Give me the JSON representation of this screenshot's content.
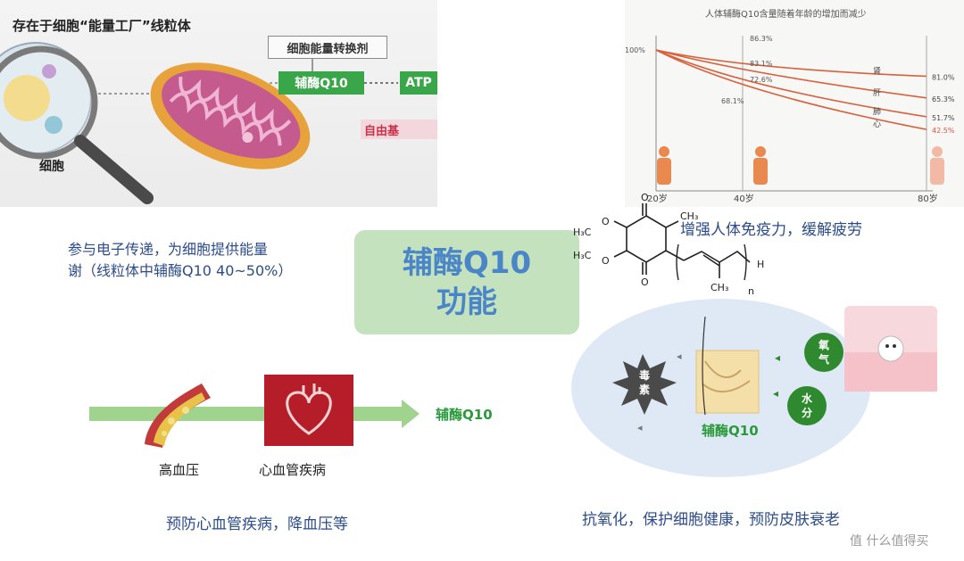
{
  "mitochondria_panel": {
    "title": "存在于细胞“能量工厂”线粒体",
    "cell_label": "细胞",
    "converter_label": "细胞能量转换剂",
    "q10_label": "辅酶Q10",
    "atp_label": "ATP",
    "free_label": "自由基"
  },
  "aging_chart": {
    "title": "人体辅酶Q10含量随着年龄的增加而减少",
    "chart_data": {
      "type": "line",
      "x": [
        "20岁",
        "40岁",
        "80岁"
      ],
      "series": [
        {
          "name": "心",
          "values": [
            100.0,
            68.1,
            42.5
          ]
        },
        {
          "name": "肺",
          "values": [
            100.0,
            72.6,
            51.7
          ]
        },
        {
          "name": "肝",
          "values": [
            100.0,
            83.1,
            65.3
          ]
        },
        {
          "name": "肾",
          "values": [
            100.0,
            86.3,
            81.0
          ]
        }
      ],
      "start_label": "100%",
      "mid_labels": [
        "86.3%",
        "83.1%",
        "72.6%",
        "68.1%"
      ],
      "end_labels": [
        "81.0%",
        "65.3%",
        "51.7%",
        "42.5%"
      ],
      "end_label_colors": [
        "#444444",
        "#444444",
        "#444444",
        "#e0553a"
      ]
    },
    "x_labels": [
      "20岁",
      "40岁",
      "80岁"
    ]
  },
  "center": {
    "title_line1": "辅酶Q10",
    "title_line2": "功能"
  },
  "left_text": {
    "line1": "参与电子传递，为细胞提供能量",
    "line2": "谢（线粒体中辅酶Q10 40~50%）"
  },
  "right_text": "增强人体免疫力，缓解疲劳",
  "molecule": {
    "labels": [
      "O",
      "O",
      "H₃C",
      "H₃C",
      "O",
      "O",
      "CH₃",
      "CH₃",
      "H",
      "n"
    ]
  },
  "heart_section": {
    "q10_label": "辅酶Q10",
    "label_hbp": "高血压",
    "label_cvd": "心血管疾病",
    "caption": "预防心血管疾病，降血压等"
  },
  "antioxidant_section": {
    "toxin_label": "毒素",
    "oxygen_label": "氧气",
    "water_label": "水分",
    "q10_label": "辅酶Q10",
    "caption": "抗氧化，保护细胞健康，预防皮肤衰老"
  },
  "watermark": "值 什么值得买",
  "colors": {
    "green_accent": "#3aa64a",
    "blue_text": "#2c4c8a",
    "center_bg": "#c4e2be",
    "center_text": "#4a86c7",
    "chart_line": "#d9603c"
  }
}
